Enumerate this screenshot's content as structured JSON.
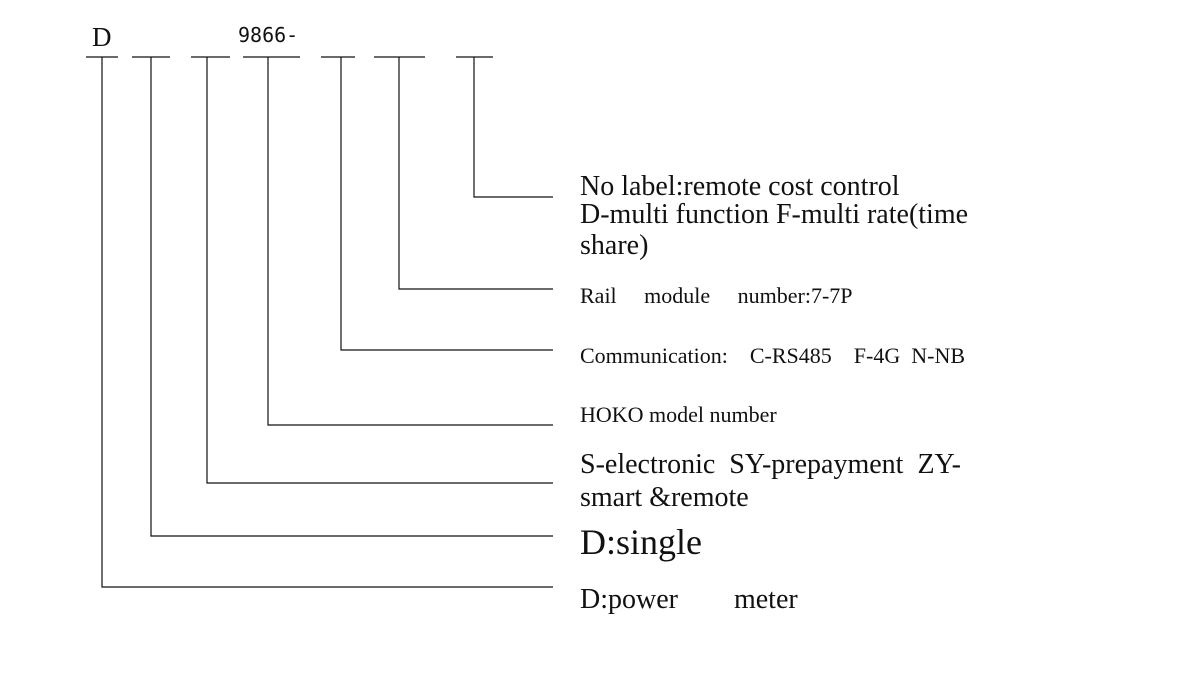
{
  "header": {
    "prefix": "D",
    "model": "9866-"
  },
  "descriptions": [
    {
      "id": "power",
      "line1": "D:power        meter"
    },
    {
      "id": "single",
      "line1": "D:single"
    },
    {
      "id": "type",
      "line1": "S-electronic  SY-prepayment  ZY-",
      "line2": "smart &remote"
    },
    {
      "id": "model",
      "line1": "HOKO model number"
    },
    {
      "id": "comm",
      "line1": "Communication:    C-RS485    F-4G  N-NB"
    },
    {
      "id": "rail",
      "line1": "Rail     module     number:7-7P"
    },
    {
      "id": "function",
      "line1": "No  label:remote  cost  control",
      "line2": "D-multi  function  F-multi  rate(time",
      "line3": "share)"
    }
  ],
  "colors": {
    "line": "#111111",
    "text": "#111111"
  }
}
